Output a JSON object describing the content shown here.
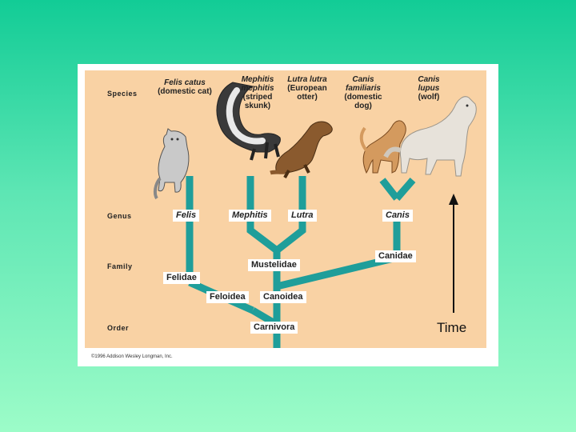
{
  "ranks": {
    "species": "Species",
    "genus": "Genus",
    "family": "Family",
    "order": "Order"
  },
  "species": [
    {
      "latin": "Felis catus",
      "common": "(domestic cat)"
    },
    {
      "latin": "Mephitis mephitis",
      "common": "(striped skunk)"
    },
    {
      "latin": "Lutra lutra",
      "common": "(European otter)"
    },
    {
      "latin": "Canis familiaris",
      "common": "(domestic dog)"
    },
    {
      "latin": "Canis lupus",
      "common": "(wolf)"
    }
  ],
  "genus": {
    "felis": "Felis",
    "mephitis": "Mephitis",
    "lutra": "Lutra",
    "canis": "Canis"
  },
  "family": {
    "felidae": "Felidae",
    "mustelidae": "Mustelidae",
    "canidae": "Canidae"
  },
  "superfamily": {
    "feloidea": "Feloidea",
    "canoidea": "Canoidea"
  },
  "order": "Carnivora",
  "copyright": "©1996 Addison Wesley Longman, Inc.",
  "time_label": "Time",
  "colors": {
    "branch": "#1f9e9a",
    "panel": "#f9d2a4",
    "background_top": "#12cc96",
    "background_bottom": "#9cfcc8"
  }
}
